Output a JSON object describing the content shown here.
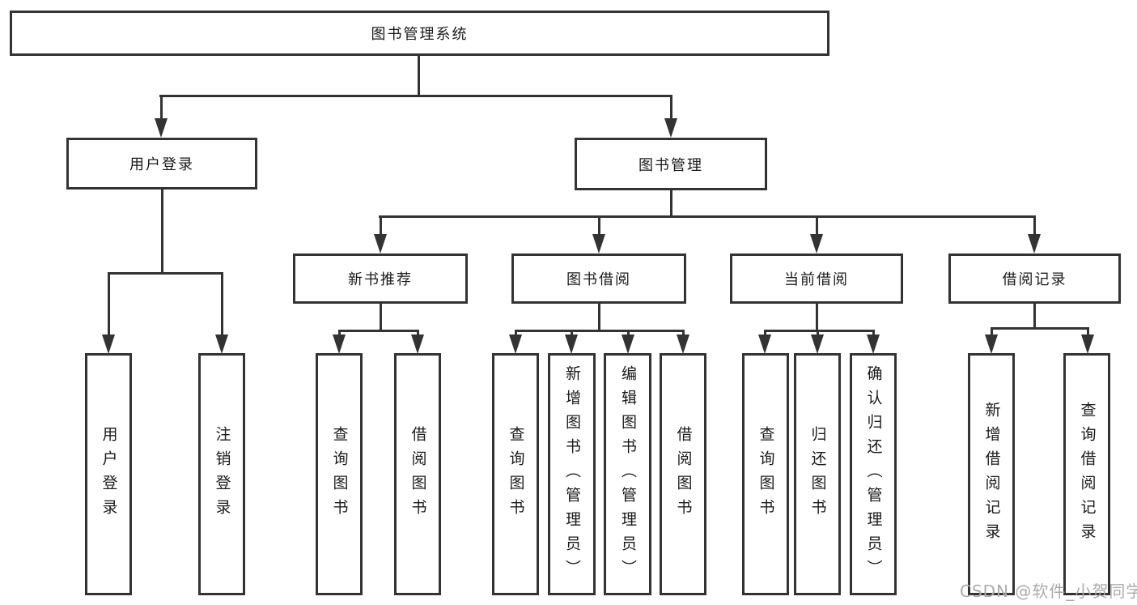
{
  "diagram": {
    "type": "hierarchy-tree",
    "orientation": "top-down",
    "colors": {
      "background": "#ffffff",
      "line": "#333333",
      "text": "#1a1a1a",
      "watermark": "#ababab"
    }
  },
  "tree": {
    "label": "图书管理系统",
    "children": [
      {
        "label": "用户登录",
        "children": [
          {
            "label": "用户登录"
          },
          {
            "label": "注销登录"
          }
        ]
      },
      {
        "label": "图书管理",
        "children": [
          {
            "label": "新书推荐",
            "children": [
              {
                "label": "查询图书"
              },
              {
                "label": "借阅图书"
              }
            ]
          },
          {
            "label": "图书借阅",
            "children": [
              {
                "label": "查询图书"
              },
              {
                "label": "新增图书（管理员）"
              },
              {
                "label": "编辑图书（管理员）"
              },
              {
                "label": "借阅图书"
              }
            ]
          },
          {
            "label": "当前借阅",
            "children": [
              {
                "label": "查询图书"
              },
              {
                "label": "归还图书"
              },
              {
                "label": "确认归还（管理员）"
              }
            ]
          },
          {
            "label": "借阅记录",
            "children": [
              {
                "label": "新增借阅记录"
              },
              {
                "label": "查询借阅记录"
              }
            ]
          }
        ]
      }
    ]
  },
  "watermark": {
    "text": "CSDN @软件_小贺同学"
  }
}
